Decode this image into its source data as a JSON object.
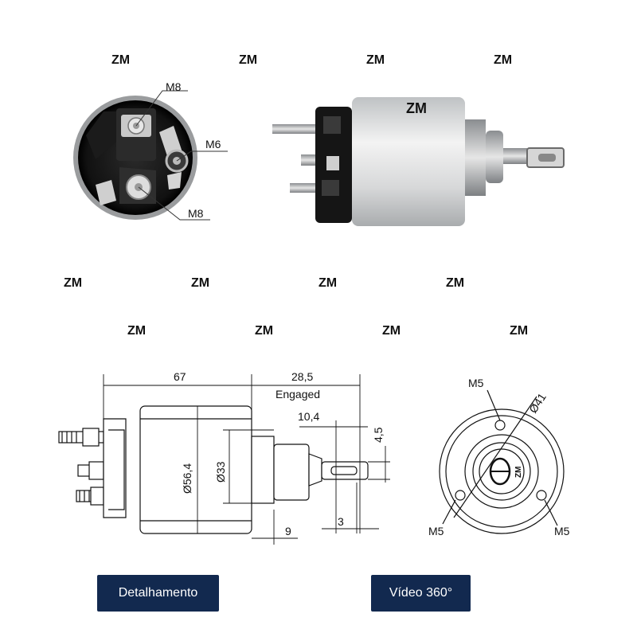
{
  "colors": {
    "button_bg": "#12294f",
    "button_text": "#ffffff",
    "line": "#111111"
  },
  "photo": {
    "end_view_labels": {
      "top": "M8",
      "right": "M6",
      "bottom": "M8"
    },
    "watermark": "ZM"
  },
  "drawing": {
    "dim_length": "67",
    "dim_engaged_value": "28,5",
    "dim_engaged_label": "Engaged",
    "dim_plunger": "10,4",
    "dim_slot": "4,5",
    "dim_body_dia": "Ø56,4",
    "dim_inner_dia": "Ø33",
    "dim_shoulder": "9",
    "dim_tab": "3",
    "end_bolt_circle": "Ø41",
    "end_thread_top": "M5",
    "end_thread_left": "M5",
    "end_thread_right": "M5",
    "end_logo": "ZM"
  },
  "buttons": {
    "detail_label": "Detalhamento",
    "video_label": "Vídeo 360°"
  }
}
